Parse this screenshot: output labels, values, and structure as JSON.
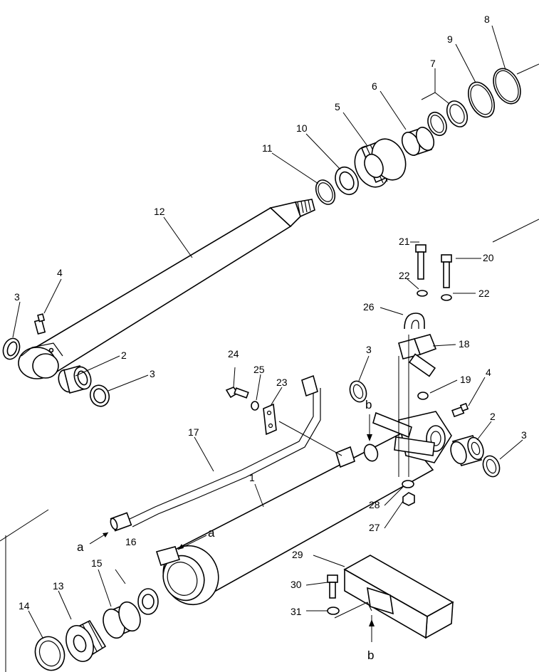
{
  "callouts": [
    {
      "id": "c1",
      "text": "1"
    },
    {
      "id": "c2a",
      "text": "2"
    },
    {
      "id": "c2b",
      "text": "2"
    },
    {
      "id": "c3a",
      "text": "3"
    },
    {
      "id": "c3b",
      "text": "3"
    },
    {
      "id": "c3c",
      "text": "3"
    },
    {
      "id": "c3d",
      "text": "3"
    },
    {
      "id": "c4a",
      "text": "4"
    },
    {
      "id": "c4b",
      "text": "4"
    },
    {
      "id": "c5",
      "text": "5"
    },
    {
      "id": "c6",
      "text": "6"
    },
    {
      "id": "c7",
      "text": "7"
    },
    {
      "id": "c8",
      "text": "8"
    },
    {
      "id": "c9",
      "text": "9"
    },
    {
      "id": "c10",
      "text": "10"
    },
    {
      "id": "c11",
      "text": "11"
    },
    {
      "id": "c12",
      "text": "12"
    },
    {
      "id": "c13",
      "text": "13"
    },
    {
      "id": "c14",
      "text": "14"
    },
    {
      "id": "c15",
      "text": "15"
    },
    {
      "id": "c16",
      "text": "16"
    },
    {
      "id": "c17",
      "text": "17"
    },
    {
      "id": "c18",
      "text": "18"
    },
    {
      "id": "c19",
      "text": "19"
    },
    {
      "id": "c20",
      "text": "20"
    },
    {
      "id": "c21",
      "text": "21"
    },
    {
      "id": "c22a",
      "text": "22"
    },
    {
      "id": "c22b",
      "text": "22"
    },
    {
      "id": "c23",
      "text": "23"
    },
    {
      "id": "c24",
      "text": "24"
    },
    {
      "id": "c25",
      "text": "25"
    },
    {
      "id": "c26",
      "text": "26"
    },
    {
      "id": "c27",
      "text": "27"
    },
    {
      "id": "c28",
      "text": "28"
    },
    {
      "id": "c29",
      "text": "29"
    },
    {
      "id": "c30",
      "text": "30"
    },
    {
      "id": "c31",
      "text": "31"
    }
  ],
  "markers": [
    {
      "id": "ma1",
      "text": "a"
    },
    {
      "id": "ma2",
      "text": "a"
    },
    {
      "id": "mb1",
      "text": "b"
    },
    {
      "id": "mb2",
      "text": "b"
    }
  ]
}
